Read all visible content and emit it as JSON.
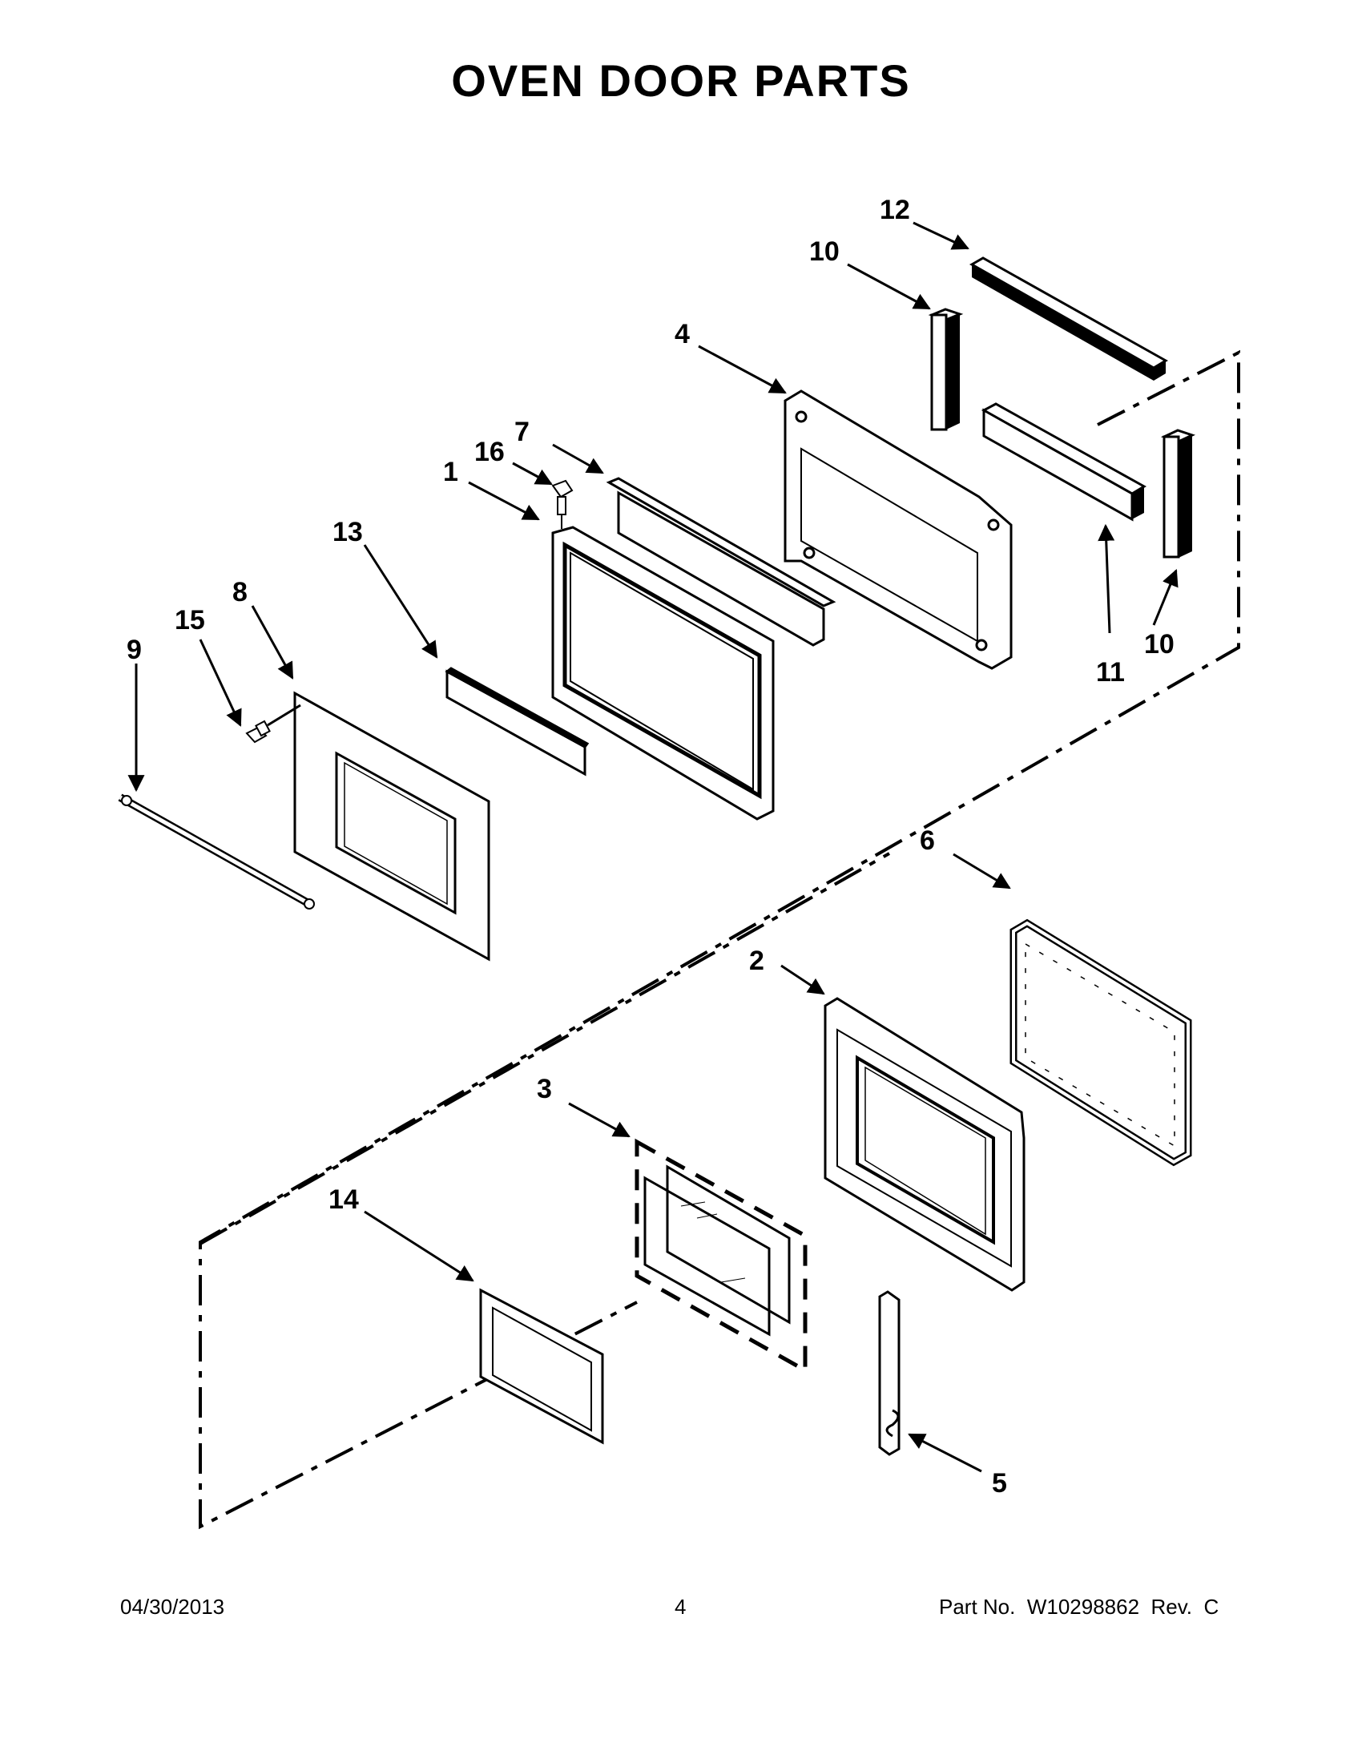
{
  "title": "OVEN DOOR PARTS",
  "footer": {
    "date": "04/30/2013",
    "page": "4",
    "part_number": "Part No.  W10298862  Rev.  C"
  },
  "callouts": {
    "c1": "1",
    "c2": "2",
    "c3": "3",
    "c4": "4",
    "c5": "5",
    "c6": "6",
    "c7": "7",
    "c8": "8",
    "c9": "9",
    "c10a": "10",
    "c10b": "10",
    "c11": "11",
    "c12": "12",
    "c13": "13",
    "c14": "14",
    "c15": "15",
    "c16": "16"
  }
}
